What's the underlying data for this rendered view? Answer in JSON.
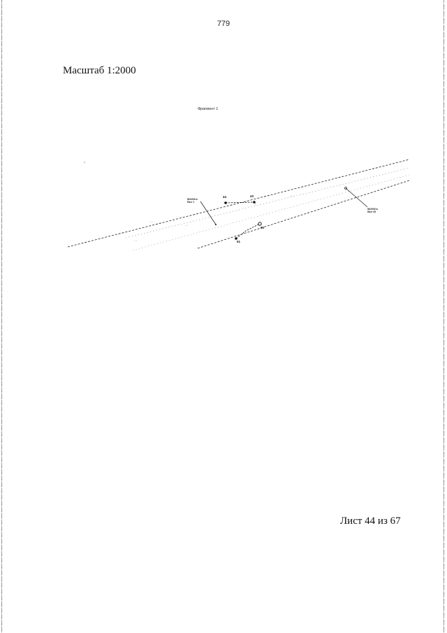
{
  "page_number": "779",
  "scale": "Масштаб 1:2000",
  "sheet": "Лист 44 из 67",
  "map": {
    "fragment_title": "Фрагмент 1",
    "points": {
      "p1": "44",
      "p2": "43",
      "p3": "51",
      "p4": "50"
    },
    "annotations": {
      "left_line1": "56.0000 м",
      "left_line2": "Лист 1",
      "right_line1": "56.0000 м",
      "right_line2": "Лист 45"
    }
  }
}
